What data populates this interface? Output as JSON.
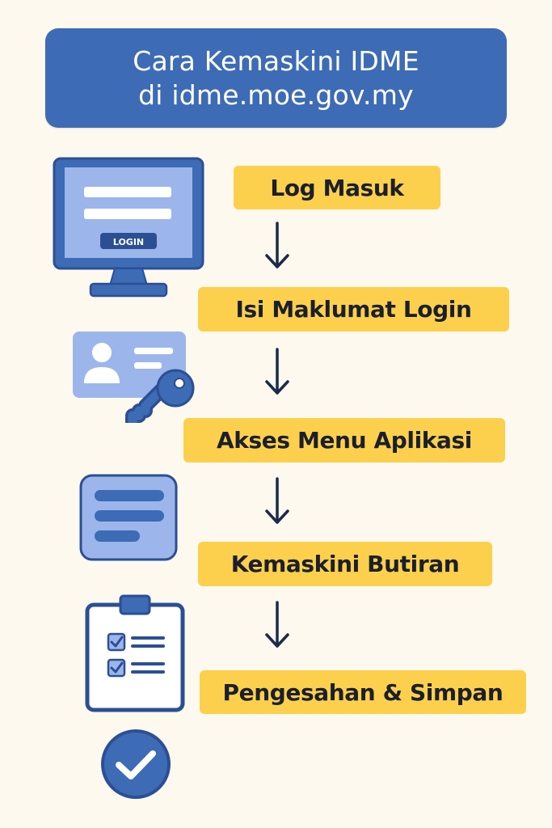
{
  "title": {
    "line1": "Cara Kemaskini IDME",
    "line2": "di idme.moe.gov.my"
  },
  "monitor": {
    "button_label": "LOGIN"
  },
  "steps": [
    {
      "label": "Log Masuk"
    },
    {
      "label": "Isi Maklumat Login"
    },
    {
      "label": "Akses Menu Aplikasi"
    },
    {
      "label": "Kemaskini Butiran"
    },
    {
      "label": "Pengesahan & Simpan"
    }
  ],
  "icons": [
    "monitor-login-icon",
    "id-card-key-icon",
    "menu-list-icon",
    "clipboard-checklist-icon",
    "check-circle-icon"
  ],
  "colors": {
    "background": "#fdf9ee",
    "primary_blue": "#3d6bb5",
    "light_blue": "#8fabe8",
    "dark_blue": "#2c4f93",
    "step_yellow": "#fcd04d",
    "text_dark": "#1b1f2b"
  }
}
